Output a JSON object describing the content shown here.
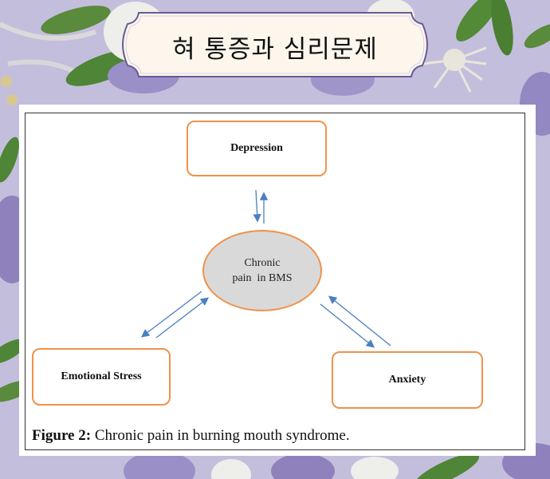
{
  "title": "혀 통증과 심리문제",
  "colors": {
    "background": "#c4bedd",
    "banner_fill": "#fdf6ec",
    "banner_border": "#6a5a94",
    "node_border": "#f0924a",
    "ellipse_fill": "#d9d9d9",
    "arrow": "#4a7fc1"
  },
  "diagram": {
    "center": {
      "line1": "Chronic",
      "line2": "pain  in BMS"
    },
    "nodes": {
      "top": "Depression",
      "left": "Emotional Stress",
      "right": "Anxiety"
    },
    "edges": [
      {
        "from": "Depression",
        "to": "Chronic pain in BMS",
        "bidirectional": true
      },
      {
        "from": "Emotional Stress",
        "to": "Chronic pain in BMS",
        "bidirectional": true
      },
      {
        "from": "Anxiety",
        "to": "Chronic pain in BMS",
        "bidirectional": true
      }
    ]
  },
  "caption": {
    "label": "Figure 2:",
    "text": " Chronic pain in burning mouth syndrome."
  }
}
